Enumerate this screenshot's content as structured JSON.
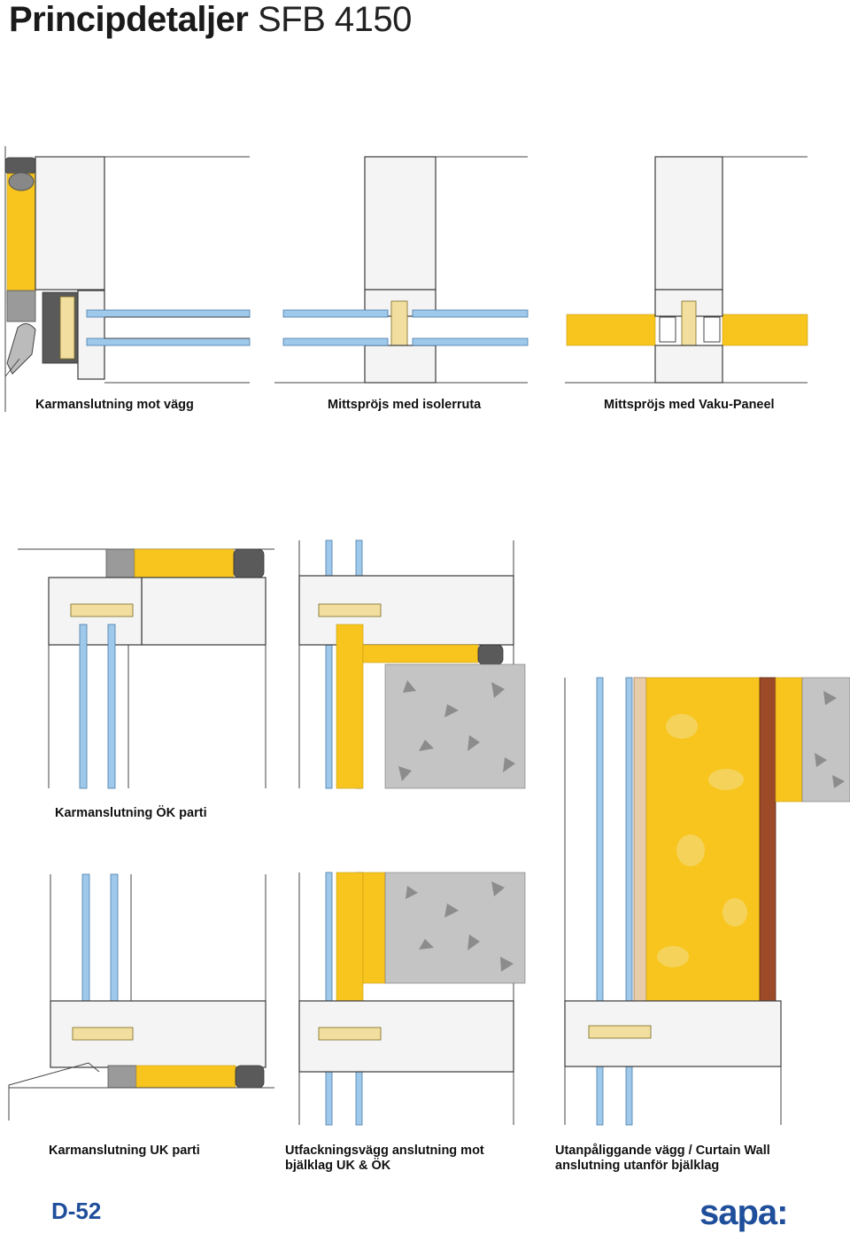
{
  "header": {
    "title_bold": "Principdetaljer",
    "title_thin": "SFB 4150"
  },
  "details": [
    {
      "caption": "Karmanslutning mot vägg"
    },
    {
      "caption": "Mittspröjs med isolerruta"
    },
    {
      "caption": "Mittspröjs med Vaku-Paneel"
    },
    {
      "caption": "Karmanslutning ÖK parti"
    },
    {
      "caption": "Karmanslutning UK parti"
    },
    {
      "caption": "Utfackningsvägg anslutning mot bjälklag UK & ÖK"
    },
    {
      "caption": "Utanpåliggande vägg / Curtain Wall anslutning utanför bjälklag"
    }
  ],
  "footer": {
    "page_code": "D-52",
    "logo_text": "sapa:"
  },
  "colors": {
    "insulation": "#f7c51e",
    "glass": "#9ec9ea",
    "concrete": "#c4c4c4",
    "brand": "#1f4e9b"
  }
}
